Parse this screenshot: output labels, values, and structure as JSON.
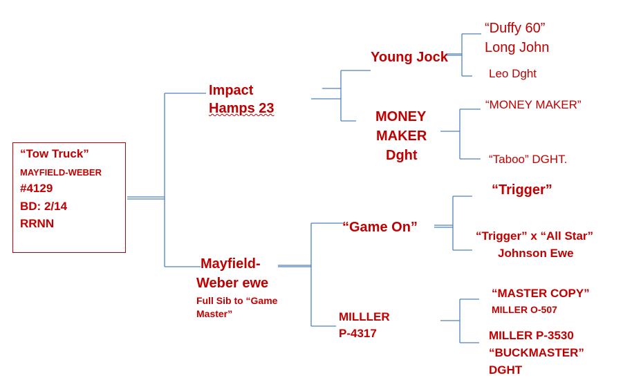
{
  "root": {
    "name": "“Tow Truck”",
    "breeder": "MAYFIELD-WEBER",
    "number": "#4129",
    "birth": "BD:  2/14",
    "code": "RRNN"
  },
  "sire": {
    "line1": "Impact",
    "line2": "Hamps 23"
  },
  "dam": {
    "line1": "Mayfield-",
    "line2": "Weber ewe",
    "note1": "Full Sib to “Game",
    "note2": "Master”"
  },
  "sire_sire": "Young Jock",
  "sire_dam": {
    "line1": "MONEY",
    "line2": "MAKER",
    "line3": "Dght"
  },
  "dam_sire": "“Game On”",
  "dam_dam": {
    "line1": "MILLLER",
    "line2": "P-4317"
  },
  "ss_sire": {
    "line1": "“Duffy 60”",
    "line2": "Long John"
  },
  "ss_dam": "Leo Dght",
  "sd_sire": "“MONEY MAKER”",
  "sd_dam": "“Taboo” DGHT.",
  "ds_sire": "“Trigger”",
  "ds_dam": {
    "line1": "“Trigger” x “All Star”",
    "line2": "Johnson Ewe"
  },
  "dd_sire": {
    "line1": "“MASTER COPY”",
    "line2": "MILLER O-507"
  },
  "dd_dam": {
    "line1": "MILLER P-3530",
    "line2": "“BUCKMASTER”",
    "line3": "DGHT"
  },
  "colors": {
    "text": "#c00000",
    "connector": "#4f81bd",
    "box_border": "#c00000"
  }
}
